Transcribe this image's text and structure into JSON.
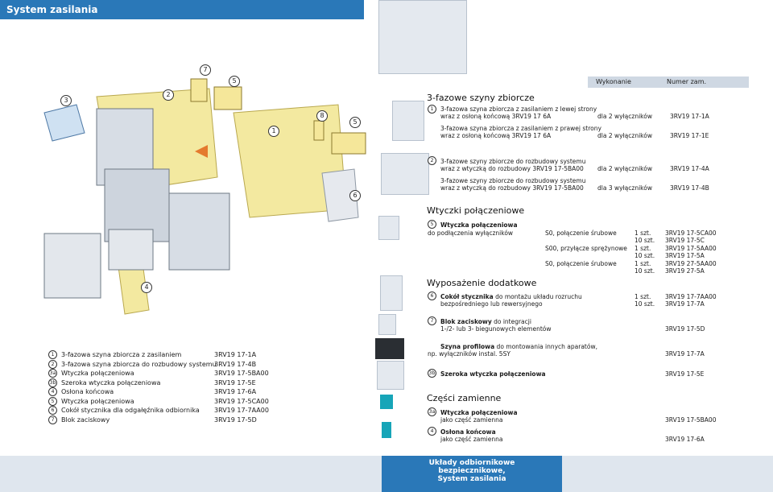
{
  "header": {
    "title": "System zasilania"
  },
  "footer": {
    "line1": "Układy odbiornikowe",
    "line2": "bezpiecznikowe,",
    "line3": "System zasilania"
  },
  "markers": {
    "m1": "1",
    "m2": "2",
    "m3": "3",
    "m4": "4",
    "m5": "5",
    "m5b": "5",
    "m6": "6",
    "m7": "7",
    "m8": "8"
  },
  "legend": [
    {
      "num": "1",
      "label": "3-fazowa szyna zbiorcza z zasilaniem",
      "code": "3RV19 17-1A"
    },
    {
      "num": "2",
      "label": "3-fazowa szyna zbiorcza do rozbudowy systemu",
      "code": "3RV19 17-4B"
    },
    {
      "num": "3a",
      "label": "Wtyczka połączeniowa",
      "code": "3RV19 17-5BA00"
    },
    {
      "num": "3b",
      "label": "Szeroka wtyczka połączeniowa",
      "code": "3RV19 17-5E"
    },
    {
      "num": "4",
      "label": "Osłona końcowa",
      "code": "3RV19 17-6A"
    },
    {
      "num": "5",
      "label": "Wtyczka połączeniowa",
      "code": "3RV19 17-5CA00"
    },
    {
      "num": "6",
      "label": "Cokół stycznika dla odgałęźnika odbiornika",
      "code": "3RV19 17-7AA00"
    },
    {
      "num": "7",
      "label": "Blok zaciskowy",
      "code": "3RV19 17-5D"
    }
  ],
  "table_header": {
    "execution": "Wykonanie",
    "order": "Numer zam."
  },
  "busbars": {
    "title": "3-fazowe szyny zbiorcze",
    "i1_num": "1",
    "i1_l1": "3-fazowa szyna zbiorcza z zasilaniem z lewej strony",
    "i1_l2": "wraz z osłoną końcową 3RV19 17 6A",
    "i1_exec": "dla 2 wyłączników",
    "i1_code": "3RV19 17-1A",
    "i2_l1": "3-fazowa szyna zbiorcza z zasilaniem z prawej strony",
    "i2_l2": "wraz z osłoną końcową 3RV19 17 6A",
    "i2_exec": "dla 2 wyłączników",
    "i2_code": "3RV19 17-1E",
    "i3_num": "2",
    "i3_l1": "3-fazowe szyny zbiorcze do rozbudowy systemu",
    "i3_l2": "wraz z wtyczką do rozbudowy 3RV19 17-5BA00",
    "i3_exec": "dla 2 wyłączników",
    "i3_code": "3RV19 17-4A",
    "i4_l1": "3-fazowe szyny zbiorcze do rozbudowy systemu",
    "i4_l2": "wraz z wtyczką do rozbudowy 3RV19 17-5BA00",
    "i4_exec": "dla 3 wyłączników",
    "i4_code": "3RV19 17-4B"
  },
  "plugs": {
    "title": "Wtyczki połączeniowe",
    "num": "5",
    "name": "Wtyczka połączeniowa",
    "desc": "do podłączenia wyłączników",
    "r1_type": "S0, połączenie śrubowe",
    "r1_qty": "1 szt.",
    "r1_code": "3RV19 17-5CA00",
    "r2_qty": "10 szt.",
    "r2_code": "3RV19 17-5C",
    "r3_type": "S00, przyłącze sprężynowe",
    "r3_qty": "1 szt.",
    "r3_code": "3RV19 17-5AA00",
    "r4_qty": "10 szt.",
    "r4_code": "3RV19 17-5A",
    "r5_type": "S0, połączenie śrubowe",
    "r5_qty": "1 szt.",
    "r5_code": "3RV19 27-5AA00",
    "r6_qty": "10 szt.",
    "r6_code": "3RV19 27-5A"
  },
  "accessories": {
    "title": "Wyposażenie dodatkowe",
    "c_num": "6",
    "c_name": "Cokół stycznika",
    "c_rest": " do montażu układu rozruchu",
    "c_l2": "bezpośredniego lub rewersyjnego",
    "c_q1": "1 szt.",
    "c_code1": "3RV19 17-7AA00",
    "c_q2": "10 szt.",
    "c_code2": "3RV19 17-7A",
    "t_num": "7",
    "t_name": "Blok zaciskowy",
    "t_rest": " do integracji",
    "t_l2": "1-/2- lub 3- biegunowych elementów",
    "t_code": "3RV19 17-5D",
    "r_name": "Szyna profilowa",
    "r_rest": " do montowania innych aparatów,",
    "r_l2": "np. wyłączników instal. 5SY",
    "r_code": "3RV19 17-7A",
    "w_num": "3b",
    "w_name": "Szeroka wtyczka połączeniowa",
    "w_code": "3RV19 17-5E"
  },
  "spares": {
    "title": "Części zamienne",
    "p_num": "3a",
    "p_name": "Wtyczka połączeniowa",
    "p_l2": "jako część zamienna",
    "p_code": "3RV19 17-5BA00",
    "e_num": "4",
    "e_name": "Osłona końcowa",
    "e_l2": "jako część zamienna",
    "e_code": "3RV19 17-6A"
  },
  "colors": {
    "brand": "#2a78b8",
    "band": "#dfe6ee",
    "header_bar": "#cfd8e3",
    "yellow": "#f3e9a0",
    "teal": "#17a5b8"
  }
}
